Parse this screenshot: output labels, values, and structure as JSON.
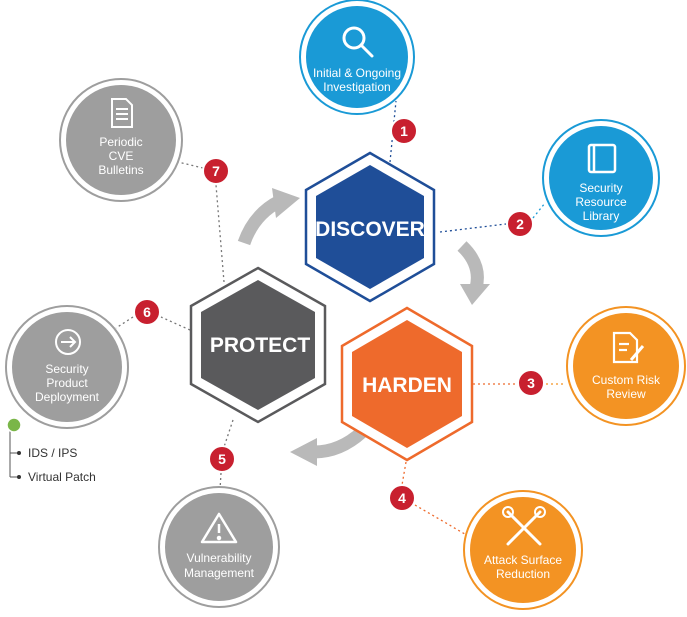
{
  "hexagons": {
    "discover": {
      "label": "DISCOVER",
      "color": "#1f4e98"
    },
    "harden": {
      "label": "HARDEN",
      "color": "#ee6a2c"
    },
    "protect": {
      "label": "PROTECT",
      "color": "#5a5a5c"
    }
  },
  "steps": [
    {
      "number": "1",
      "lines": [
        "Initial & Ongoing",
        "Investigation"
      ],
      "icon": "magnifier-icon",
      "color": "#1a9ad6"
    },
    {
      "number": "2",
      "lines": [
        "Security",
        "Resource",
        "Library"
      ],
      "icon": "book-icon",
      "color": "#1a9ad6"
    },
    {
      "number": "3",
      "lines": [
        "Custom Risk",
        "Review"
      ],
      "icon": "document-pen-icon",
      "color": "#f39323"
    },
    {
      "number": "4",
      "lines": [
        "Attack Surface",
        "Reduction"
      ],
      "icon": "tools-icon",
      "color": "#f39323"
    },
    {
      "number": "5",
      "lines": [
        "Vulnerability",
        "Management"
      ],
      "icon": "warning-icon",
      "color": "#9e9e9e"
    },
    {
      "number": "6",
      "lines": [
        "Security",
        "Product",
        "Deployment"
      ],
      "icon": "arrow-circle-icon",
      "color": "#9e9e9e"
    },
    {
      "number": "7",
      "lines": [
        "Periodic",
        "CVE",
        "Bulletins"
      ],
      "icon": "document-icon",
      "color": "#9e9e9e"
    }
  ],
  "sub_items": [
    "IDS / IPS",
    "Virtual Patch"
  ],
  "colors": {
    "badge": "#c8202f",
    "cycle_arrow": "#b9b9b9",
    "connector_blue": "#1f4e98",
    "connector_orange": "#ee6a2c",
    "connector_gray": "#777777",
    "sub_dot": "#7ab648"
  }
}
